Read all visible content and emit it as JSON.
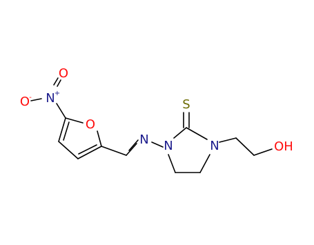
{
  "molecule": {
    "atom_colors": {
      "O": "#ff0d0d",
      "N": "#1a1a8c",
      "S": "#6b6b00",
      "C": "#000000"
    },
    "labels": {
      "nitro_o_top": "O",
      "nitro_o_left": "O",
      "nitro_n": "N",
      "nitro_plus": "+",
      "nitro_minus": "-",
      "furan_o": "O",
      "imine_n": "N",
      "ring_n1": "N",
      "ring_n3": "N",
      "thione_s": "S",
      "hydroxyl": "OH"
    }
  }
}
